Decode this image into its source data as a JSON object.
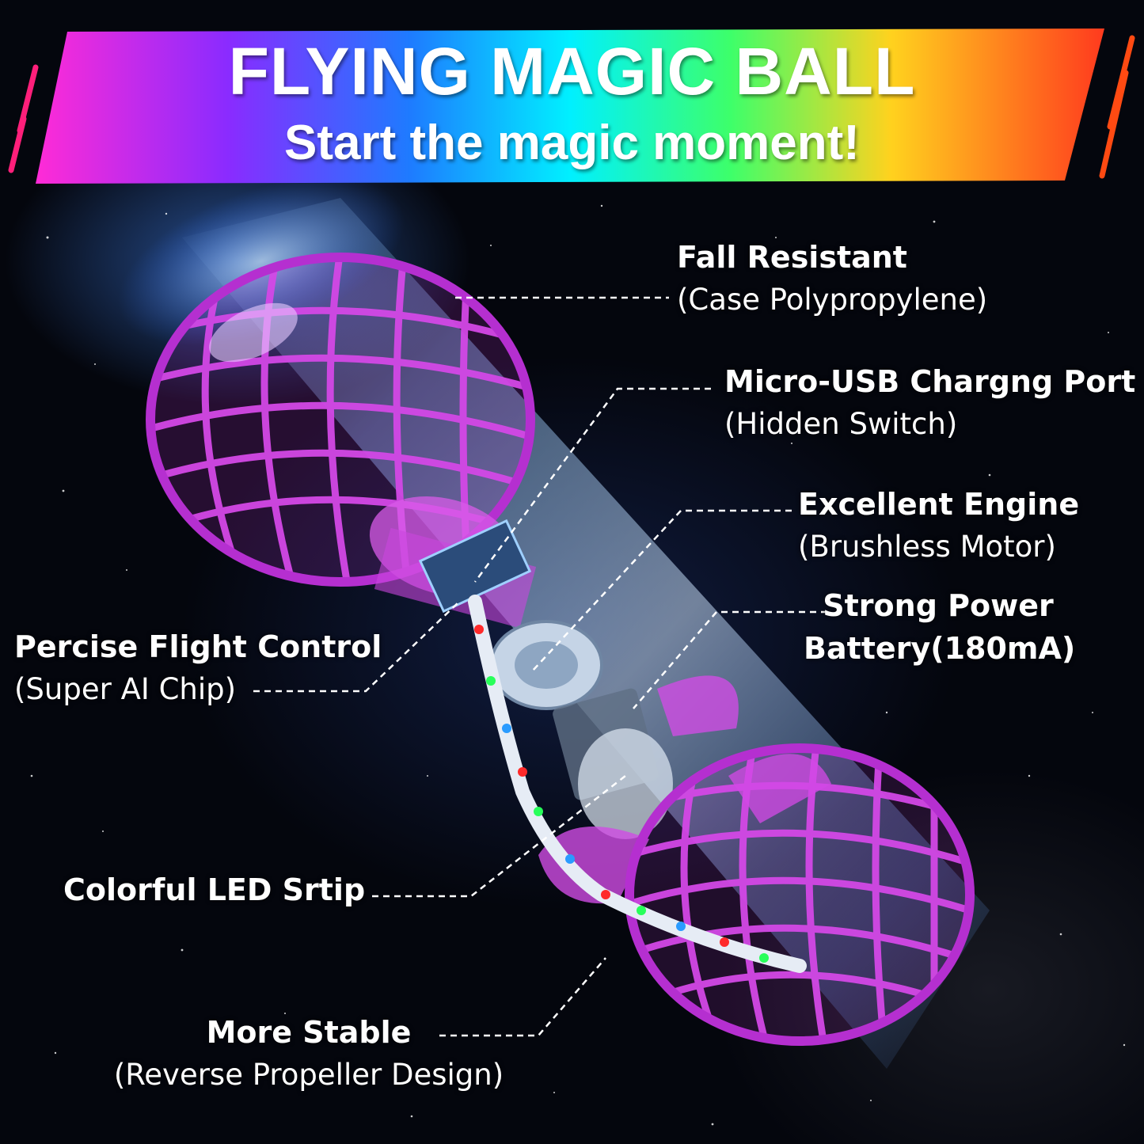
{
  "banner": {
    "title": "FLYING MAGIC BALL",
    "subtitle": "Start the magic moment!"
  },
  "callouts": {
    "fall_resistant": {
      "title": "Fall Resistant",
      "sub": "(Case Polypropylene)"
    },
    "usb_port": {
      "title": "Micro-USB Chargng Port",
      "sub": "(Hidden Switch)"
    },
    "engine": {
      "title": "Excellent Engine",
      "sub": "(Brushless Motor)"
    },
    "battery": {
      "title": "Strong Power",
      "sub": "Battery(180mA)"
    },
    "flight_control": {
      "title": "Percise Flight Control",
      "sub": "(Super AI Chip)"
    },
    "led_strip": {
      "title": "Colorful LED Srtip"
    },
    "stable": {
      "title": "More Stable",
      "sub": "(Reverse Propeller Design)"
    }
  },
  "colors": {
    "cage": "#c23ad6",
    "beam": "#6fb0ff",
    "background": "#04060d"
  }
}
